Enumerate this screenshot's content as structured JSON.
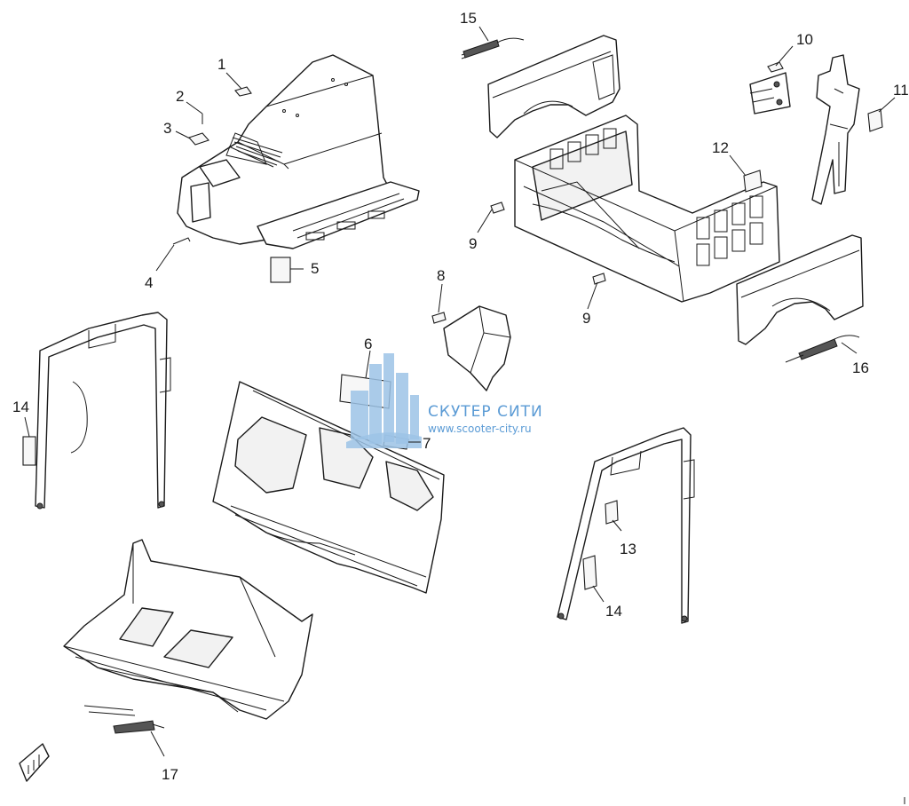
{
  "watermark": {
    "title": "СКУТЕР СИТИ",
    "url": "www.scooter-city.ru",
    "color": "#5b9bd5"
  },
  "callouts": [
    "1",
    "2",
    "3",
    "4",
    "5",
    "6",
    "7",
    "8",
    "9",
    "9",
    "10",
    "11",
    "12",
    "13",
    "14",
    "14",
    "15",
    "16",
    "17"
  ]
}
